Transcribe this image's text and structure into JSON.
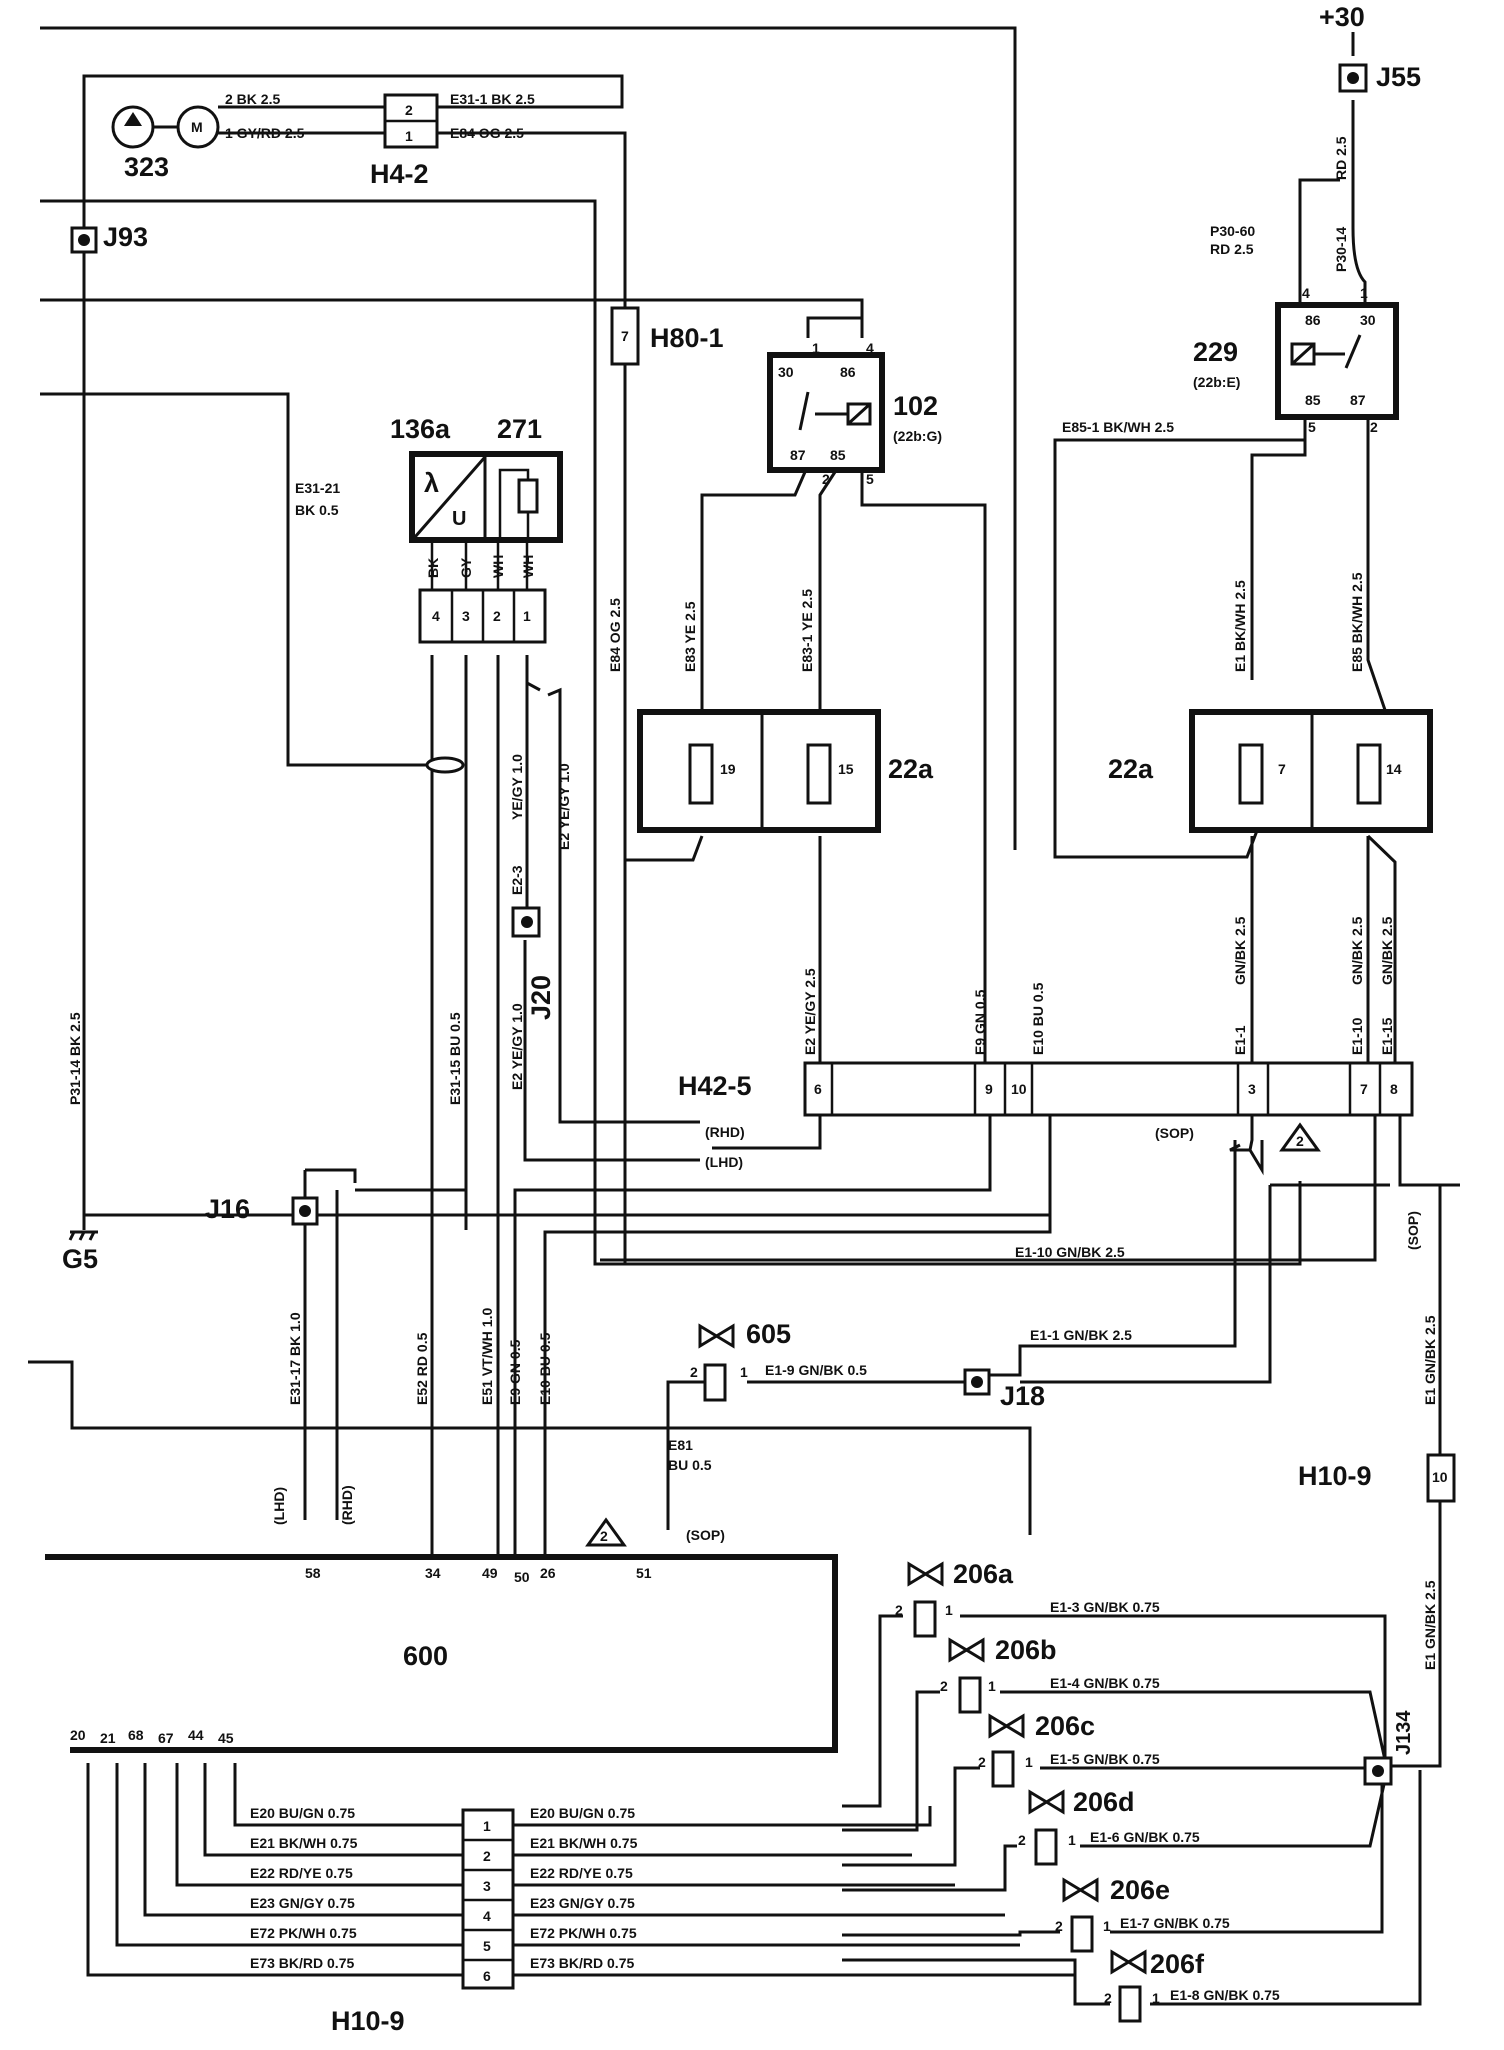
{
  "supply": "+30",
  "ground": "G5",
  "components": {
    "c323": "323",
    "h4_2": "H4-2",
    "j93": "J93",
    "j55": "J55",
    "c229": "229",
    "c229_ref": "(22b:E)",
    "c102": "102",
    "c102_ref": "(22b:G)",
    "h80_1": "H80-1",
    "c136a": "136a",
    "c271": "271",
    "lambda": "λ",
    "u": "U",
    "m": "M",
    "f22a_left": "22a",
    "f22a_right": "22a",
    "fuse19": "19",
    "fuse15": "15",
    "fuse7": "7",
    "fuse14": "14",
    "j20": "J20",
    "h42_5": "H42-5",
    "j16": "J16",
    "j18": "J18",
    "c605": "605",
    "h10_9_top": "H10-9",
    "h10_9_bottom": "H10-9",
    "c600": "600",
    "j134": "J134",
    "c206a": "206a",
    "c206b": "206b",
    "c206c": "206c",
    "c206d": "206d",
    "c206e": "206e",
    "c206f": "206f"
  },
  "relay_pins": {
    "r229": [
      "86",
      "30",
      "85",
      "87",
      "4",
      "1",
      "5",
      "2"
    ],
    "r102": [
      "30",
      "86",
      "87",
      "85",
      "1",
      "4",
      "2",
      "5"
    ]
  },
  "wires": {
    "w1": "2  BK 2.5",
    "w2": "1  GY/RD 2.5",
    "w3": "E31-1  BK 2.5",
    "w4": "E84  OG 2.5",
    "w5": "RD 2.5",
    "w6": "P30-60",
    "w7": "RD 2.5",
    "w8": "P30-14",
    "w9": "E31-21",
    "w10": "BK 0.5",
    "w11": "E85-1  BK/WH 2.5",
    "w12": "E84  OG 2.5",
    "w13": "E83  YE 2.5",
    "w14": "E83-1  YE 2.5",
    "w15": "E1  BK/WH 2.5",
    "w16": "E85  BK/WH 2.5",
    "w17": "YE/GY 1.0",
    "w18": "E2  YE/GY 1.0",
    "w19": "E2-3",
    "w20": "E2  YE/GY 1.0",
    "w21": "P31-14  BK 2.5",
    "w22": "E31-15  BU 0.5",
    "w23": "E2  YE/GY 2.5",
    "w24": "E9  GN 0.5",
    "w25": "E10  BU 0.5",
    "w26": "GN/BK 2.5",
    "w27": "E1-1",
    "w28": "GN/BK 2.5",
    "w29": "GN/BK 2.5",
    "w30": "E1-10",
    "w31": "E1-15",
    "w32": "E1-10  GN/BK 2.5",
    "w33": "E1-1  GN/BK 2.5",
    "w34": "E1-9  GN/BK 0.5",
    "w35": "E31-17  BK 1.0",
    "w36": "E52  RD 0.5",
    "w37": "E51  VT/WH 1.0",
    "w38": "E9  GN 0.5",
    "w39": "E10  BU 0.5",
    "w40": "E81",
    "w41": "BU 0.5",
    "w42": "E1  GN/BK 2.5",
    "w43": "E1  GN/BK 2.5",
    "w44": "E1-3  GN/BK 0.75",
    "w45": "E1-4  GN/BK 0.75",
    "w46": "E1-5  GN/BK 0.75",
    "w47": "E1-6  GN/BK 0.75",
    "w48": "E1-7  GN/BK 0.75",
    "w49": "E1-8  GN/BK 0.75"
  },
  "conn_labels": {
    "rhd": "(RHD)",
    "lhd": "(LHD)",
    "sop": "(SOP)",
    "sop2": "(SOP)",
    "sop3": "(SOP)",
    "lhd2": "(LHD)",
    "rhd2": "(RHD)",
    "tri": "2"
  },
  "h4_2_pins": [
    "2",
    "1"
  ],
  "h80_pin": "7",
  "sensor_wires": [
    "BK",
    "GY",
    "WH",
    "WH"
  ],
  "sensor_pins": [
    "4",
    "3",
    "2",
    "1"
  ],
  "h42_5_pins": [
    "6",
    "9",
    "10",
    "3",
    "7",
    "8"
  ],
  "h10_9_top_pin": "10",
  "valve_pins": [
    "2",
    "1"
  ],
  "ecu600_pins_top": [
    "58",
    "34",
    "49",
    "50",
    "26",
    "51"
  ],
  "ecu600_pins_bottom": [
    "20",
    "21",
    "68",
    "67",
    "44",
    "45"
  ],
  "bottom_conn_pins": [
    "1",
    "2",
    "3",
    "4",
    "5",
    "6"
  ],
  "bottom_left_wires": [
    "E20  BU/GN 0.75",
    "E21  BK/WH 0.75",
    "E22  RD/YE 0.75",
    "E23  GN/GY 0.75",
    "E72  PK/WH 0.75",
    "E73  BK/RD 0.75"
  ],
  "bottom_right_wires": [
    "E20  BU/GN 0.75",
    "E21  BK/WH 0.75",
    "E22  RD/YE 0.75",
    "E23  GN/GY 0.75",
    "E72  PK/WH 0.75",
    "E73  BK/RD 0.75"
  ]
}
